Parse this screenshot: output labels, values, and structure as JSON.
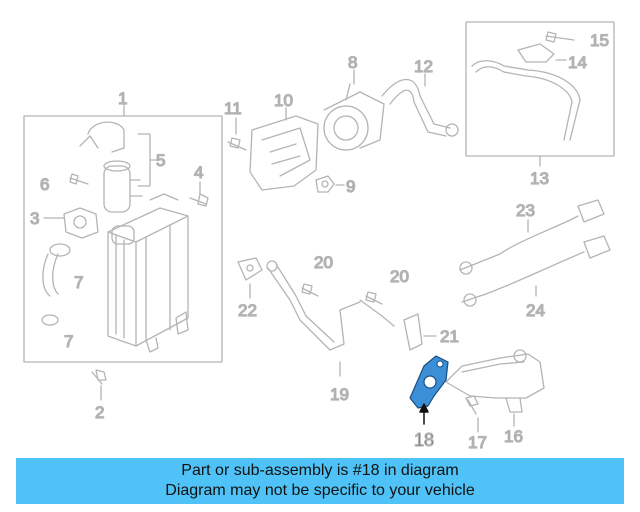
{
  "part_labels": {
    "p1": "1",
    "p2": "2",
    "p3": "3",
    "p4": "4",
    "p5": "5",
    "p6": "6",
    "p7a": "7",
    "p7b": "7",
    "p8": "8",
    "p9": "9",
    "p10": "10",
    "p11": "11",
    "p12": "12",
    "p13": "13",
    "p14": "14",
    "p15": "15",
    "p16": "16",
    "p17": "17",
    "p18": "18",
    "p19": "19",
    "p20a": "20",
    "p20b": "20",
    "p21": "21",
    "p22": "22",
    "p23": "23",
    "p24": "24"
  },
  "highlight_part": "18",
  "highlight_color": "#3a8fd6",
  "banner": {
    "line1": "Part or sub-assembly is #18 in diagram",
    "line2": "Diagram may not be specific to your vehicle",
    "color": "#4fc3f7"
  }
}
